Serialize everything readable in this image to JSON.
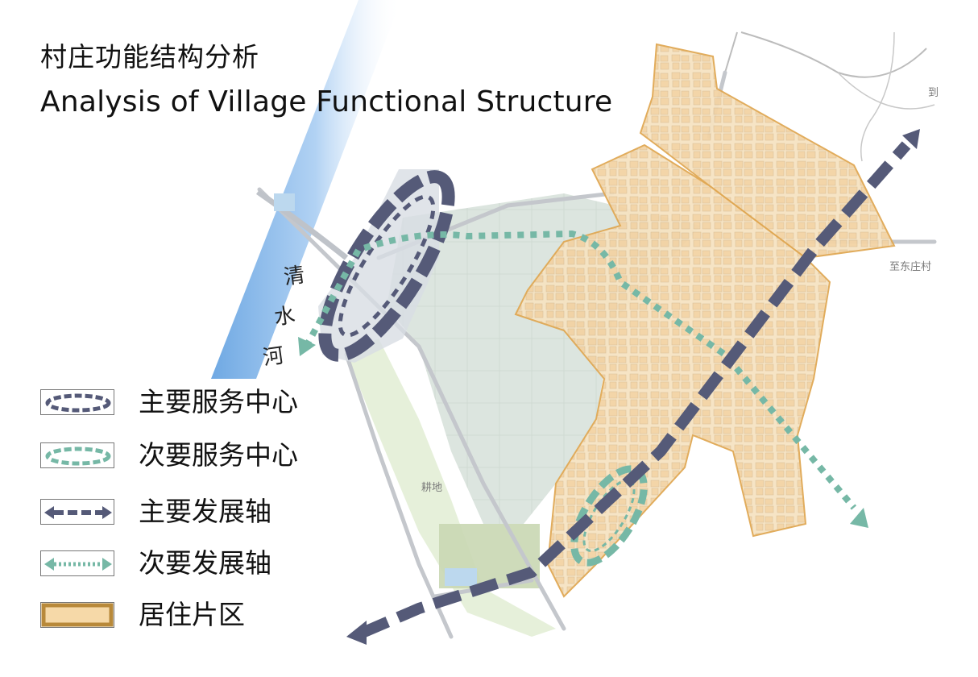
{
  "title_cn": "村庄功能结构分析",
  "title_en": "Analysis of Village Functional Structure",
  "river": {
    "chars": [
      "清",
      "水",
      "河"
    ]
  },
  "map_labels": {
    "farmland": "耕地",
    "to_village": "至东庄村",
    "edge_fragment": "到"
  },
  "legend": [
    {
      "id": "primary-center",
      "label": "主要服务中心",
      "icon": "dark-dashed-ellipse-icon"
    },
    {
      "id": "secondary-center",
      "label": "次要服务中心",
      "icon": "teal-dashed-ellipse-icon"
    },
    {
      "id": "primary-axis",
      "label": "主要发展轴",
      "icon": "dark-dashed-double-arrow-icon"
    },
    {
      "id": "secondary-axis",
      "label": "次要发展轴",
      "icon": "teal-dotted-double-arrow-icon"
    },
    {
      "id": "residential",
      "label": "居住片区",
      "icon": "orange-filled-rectangle-icon"
    }
  ],
  "colors": {
    "primary": "#555a78",
    "secondary": "#76b8a6",
    "residential_fill": "#f6d9a8",
    "residential_edge": "#e0a854",
    "residential_legend_border": "#b8893a",
    "river": "#7fb3e6",
    "farmland": "#d7e1da",
    "green": "#dfe9cf",
    "road": "#c5c8cc"
  }
}
